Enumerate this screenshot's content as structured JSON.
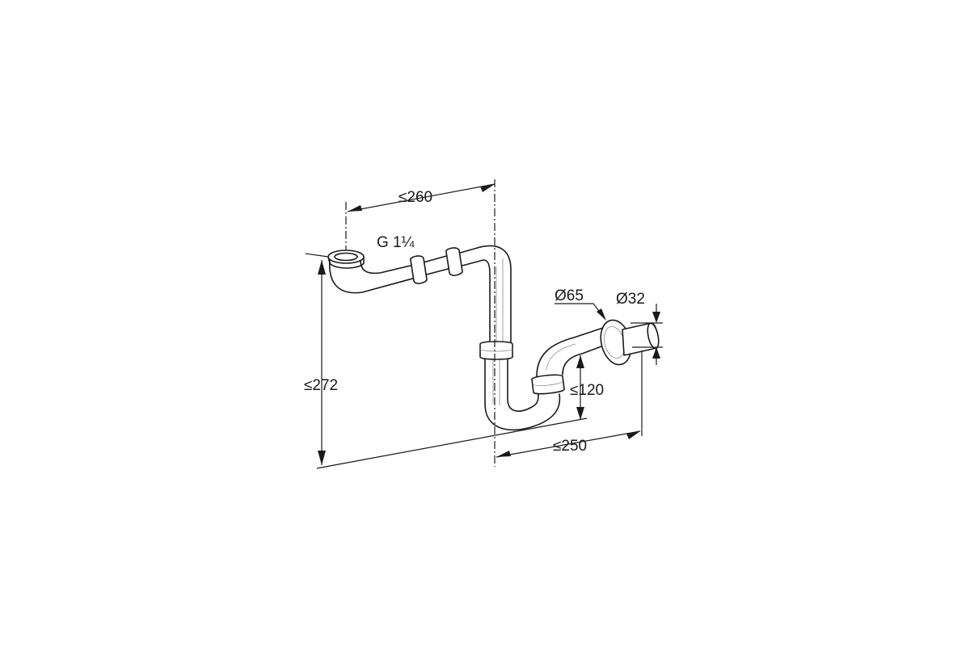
{
  "diagram": {
    "dimensions": {
      "top_length": "≤260",
      "thread": "G 1¼",
      "outlet_diameter": "Ø65",
      "pipe_diameter": "Ø32",
      "total_height": "≤272",
      "trap_height": "≤120",
      "bottom_length": "≤250"
    }
  }
}
